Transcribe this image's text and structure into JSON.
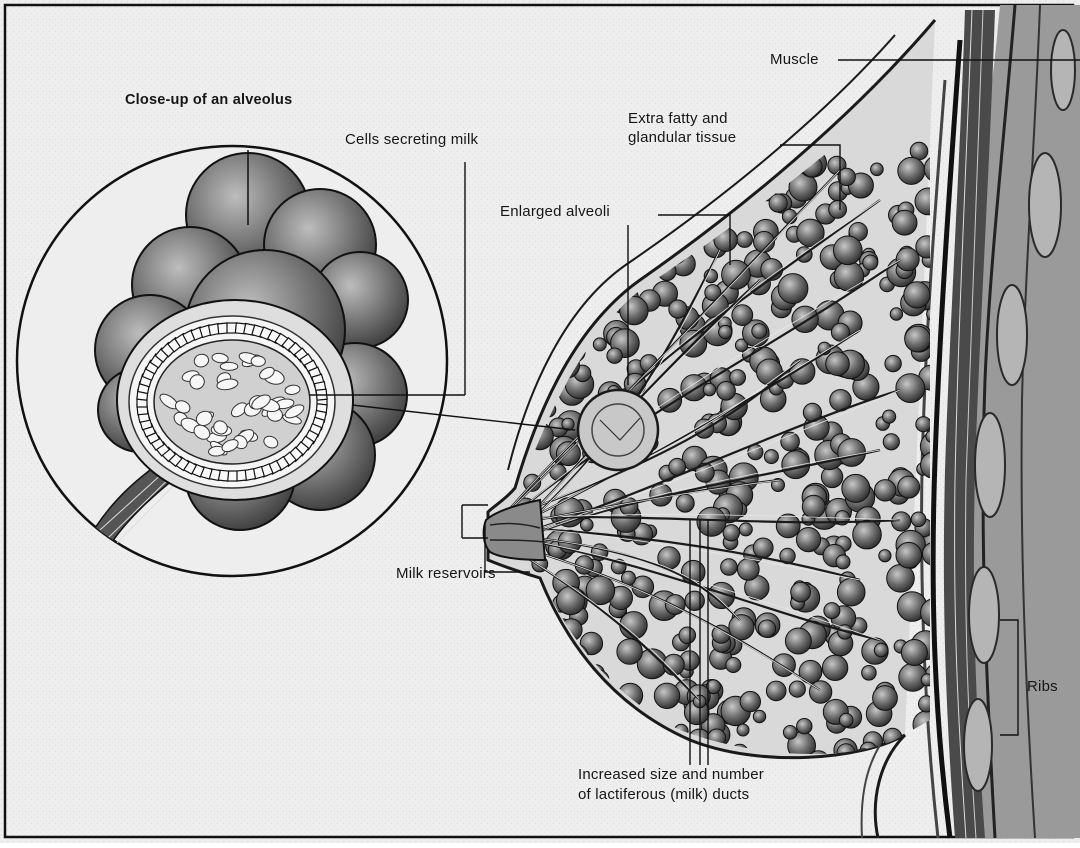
{
  "labels": {
    "closeup_title": "Close-up of an alveolus",
    "cells_secreting": "Cells secreting milk",
    "muscle": "Muscle",
    "extra_fatty_1": "Extra fatty and",
    "extra_fatty_2": "glandular tissue",
    "enlarged_alveoli": "Enlarged alveoli",
    "milk_reservoirs": "Milk reservoirs",
    "ribs": "Ribs",
    "ducts_1": "Increased size and number",
    "ducts_2": "of lactiferous (milk) ducts"
  }
}
